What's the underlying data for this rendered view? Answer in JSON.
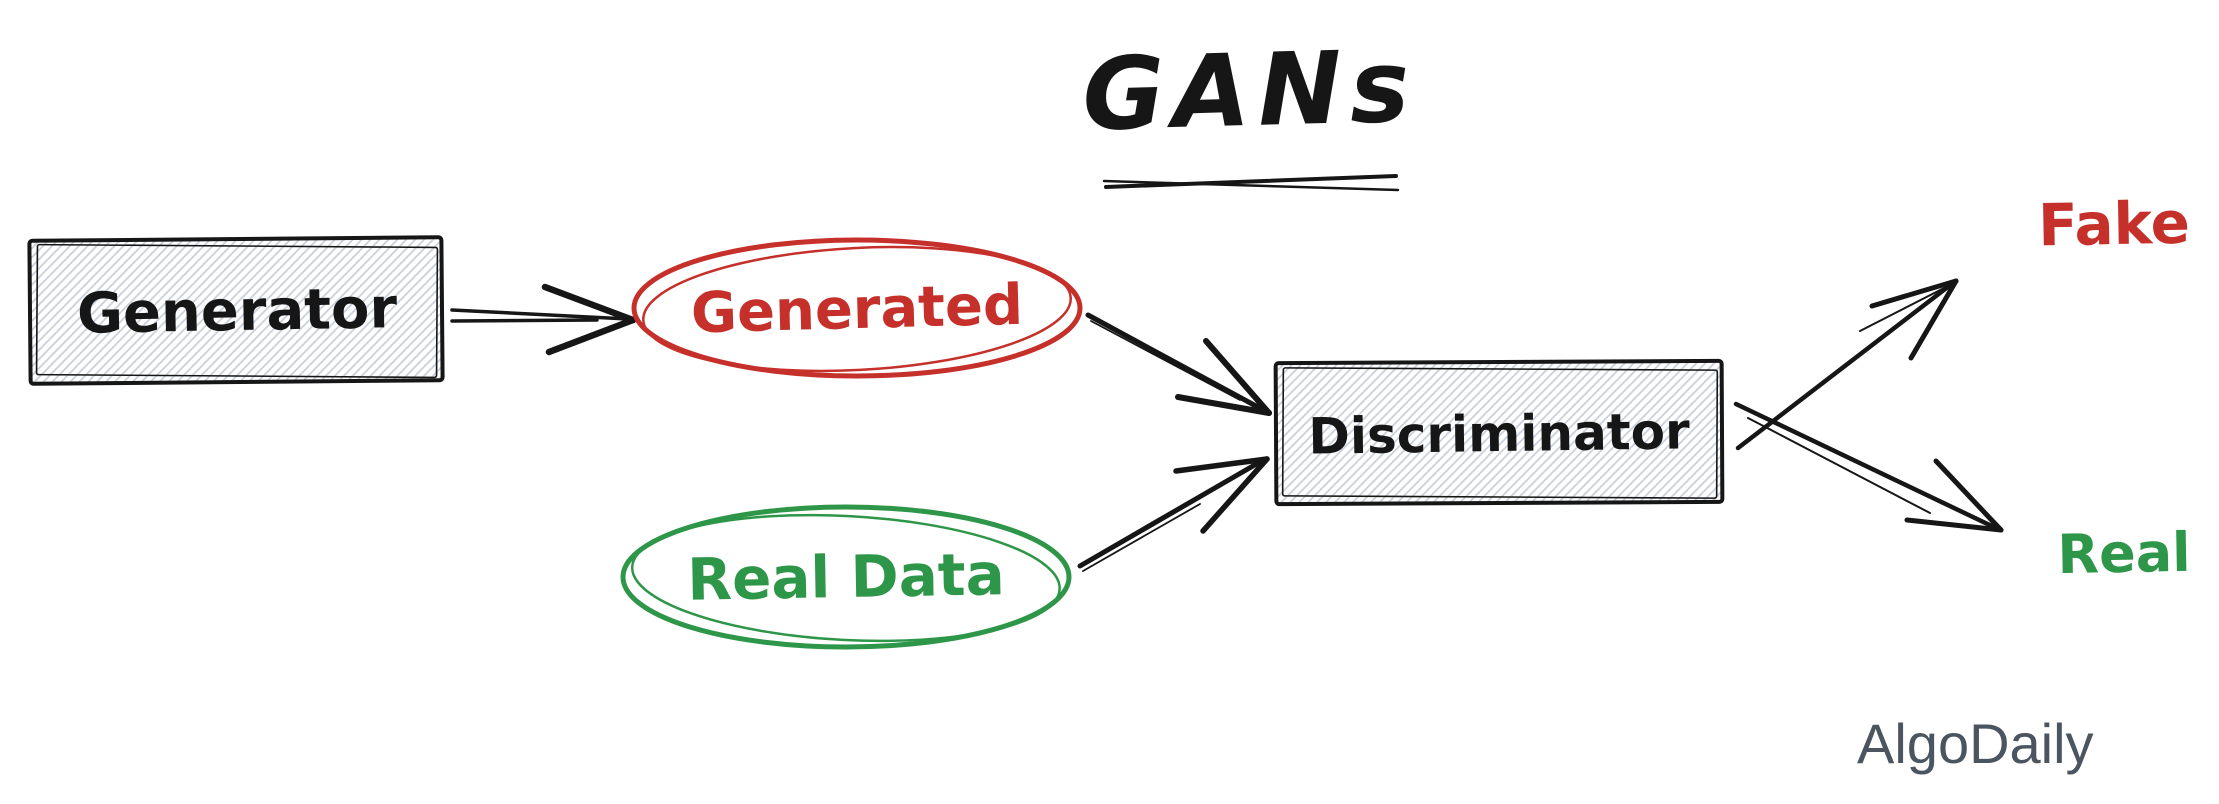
{
  "diagram": {
    "title": "GANs",
    "watermark": "AlgoDaily",
    "nodes": {
      "generator": {
        "label": "Generator",
        "shape": "rectangle-hatched"
      },
      "generated": {
        "label": "Generated",
        "shape": "ellipse"
      },
      "real_data": {
        "label": "Real Data",
        "shape": "ellipse"
      },
      "discriminator": {
        "label": "Discriminator",
        "shape": "rectangle-hatched"
      }
    },
    "outputs": {
      "fake": {
        "label": "Fake"
      },
      "real": {
        "label": "Real"
      }
    },
    "edges": [
      {
        "from": "generator",
        "to": "generated"
      },
      {
        "from": "generated",
        "to": "discriminator"
      },
      {
        "from": "real_data",
        "to": "discriminator"
      },
      {
        "from": "discriminator",
        "to": "fake"
      },
      {
        "from": "discriminator",
        "to": "real"
      }
    ],
    "colors": {
      "ink": "#161616",
      "red": "#c5302b",
      "green": "#2e9648",
      "hatch": "#c9d0da",
      "watermark": "#4b5560"
    }
  }
}
